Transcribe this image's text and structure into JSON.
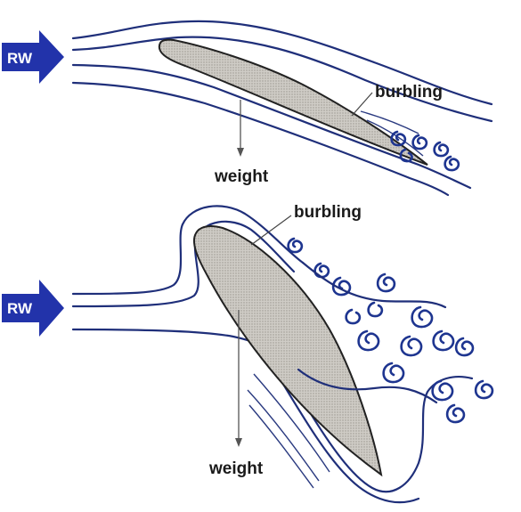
{
  "diagram": {
    "top": {
      "wind_label": "RW",
      "weight_label": "weight",
      "burbling_label": "burbling"
    },
    "bottom": {
      "wind_label": "RW",
      "weight_label": "weight",
      "burbling_label": "burbling"
    },
    "colors": {
      "arrow_fill": "#2233aa",
      "streamline": "#1f2f7a",
      "eddy": "#1e3590",
      "airfoil_fill": "#c9c6c0"
    }
  }
}
